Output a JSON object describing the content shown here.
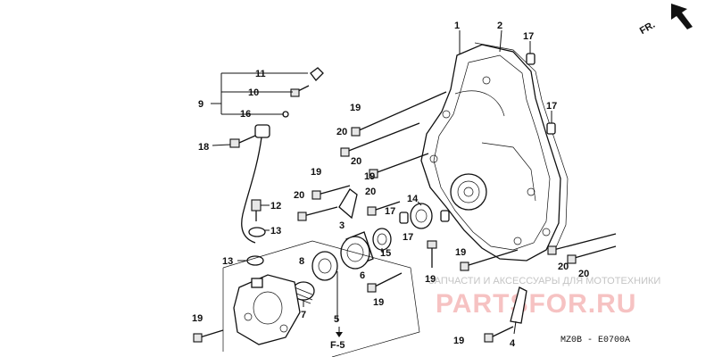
{
  "diagram": {
    "direction_label": "FR.",
    "drawing_code": "MZ0B - E0700A",
    "reference_label": "F-5",
    "watermark": {
      "tagline": "ЗАПЧАСТИ И АКСЕССУАРЫ ДЛЯ МОТОТЕХНИКИ",
      "brand": "PARTSFOR.RU"
    },
    "callouts": {
      "c1": "1",
      "c2": "2",
      "c3": "3",
      "c4": "4",
      "c5": "5",
      "c6": "6",
      "c7": "7",
      "c8": "8",
      "c9": "9",
      "c10": "10",
      "c11": "11",
      "c12": "12",
      "c13a": "13",
      "c13b": "13",
      "c14": "14",
      "c15": "15",
      "c16": "16",
      "c17a": "17",
      "c17b": "17",
      "c17c": "17",
      "c17d": "17",
      "c18": "18",
      "c19a": "19",
      "c19b": "19",
      "c19c": "19",
      "c19d": "19",
      "c19e": "19",
      "c19f": "19",
      "c19g": "19",
      "c20a": "20",
      "c20b": "20",
      "c20c": "20",
      "c20d": "20",
      "c20e": "20",
      "c20f": "20"
    }
  }
}
